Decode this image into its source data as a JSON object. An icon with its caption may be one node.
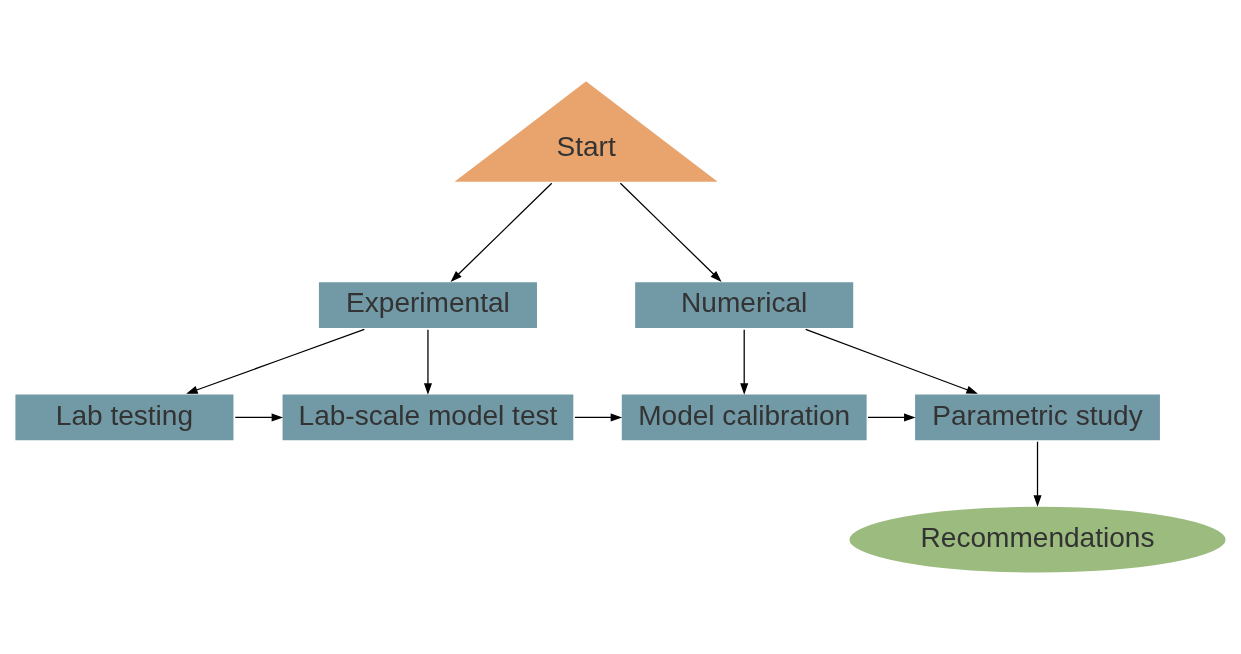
{
  "diagram": {
    "nodes": [
      {
        "text": [
          "Start"
        ]
      },
      {
        "text": [
          "Experimental"
        ]
      },
      {
        "text": [
          "Numerical"
        ]
      },
      {
        "text": [
          "Lab testing"
        ]
      },
      {
        "text": [
          "Lab-scale model test"
        ]
      },
      {
        "text": [
          "Model calibration"
        ]
      },
      {
        "text": [
          "Parametric study"
        ]
      },
      {
        "text": [
          "Recommendations"
        ]
      }
    ],
    "edges": [
      {
        "from": 0,
        "to": 1,
        "arrow": "to"
      },
      {
        "from": 0,
        "to": 2,
        "arrow": "to"
      },
      {
        "from": 1,
        "to": 3,
        "arrow": "to"
      },
      {
        "from": 1,
        "to": 4,
        "arrow": "to"
      },
      {
        "from": 2,
        "to": 5,
        "arrow": "to"
      },
      {
        "from": 2,
        "to": 6,
        "arrow": "to"
      },
      {
        "from": 3,
        "to": 4,
        "arrow": "to"
      },
      {
        "from": 4,
        "to": 5,
        "arrow": "to"
      },
      {
        "from": 5,
        "to": 6,
        "arrow": "to"
      },
      {
        "from": 6,
        "to": 7,
        "arrow": "to"
      }
    ]
  }
}
